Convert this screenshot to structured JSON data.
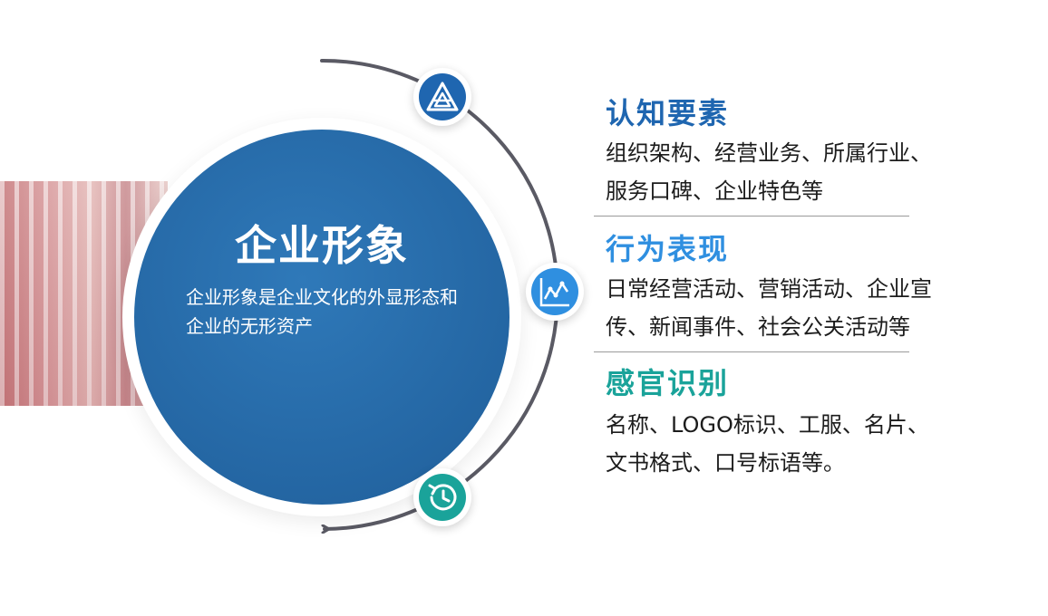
{
  "center": {
    "title": "企业形象",
    "description": "企业形象是企业文化的外显形态和企业的无形资产"
  },
  "nodes": [
    {
      "icon": "triangle-logo-icon",
      "color": "#1f66b0"
    },
    {
      "icon": "line-chart-icon",
      "color": "#2f8fe0"
    },
    {
      "icon": "clock-history-icon",
      "color": "#1aa39a"
    }
  ],
  "sections": [
    {
      "heading": "认知要素",
      "heading_color": "#1f66b0",
      "lines": [
        "组织架构、经营业务、所属行业、",
        "服务口碑、企业特色等"
      ]
    },
    {
      "heading": "行为表现",
      "heading_color": "#2f8fe0",
      "lines": [
        "日常经营活动、营销活动、企业宣",
        "传、新闻事件、社会公关活动等"
      ]
    },
    {
      "heading": "感官识别",
      "heading_color": "#1aa39a",
      "lines": [
        "名称、LOGO标识、工服、名片、",
        "文书格式、口号标语等。"
      ]
    }
  ],
  "colors": {
    "circle_fill": "#2466a3",
    "arc_stroke": "#5a5a64"
  }
}
